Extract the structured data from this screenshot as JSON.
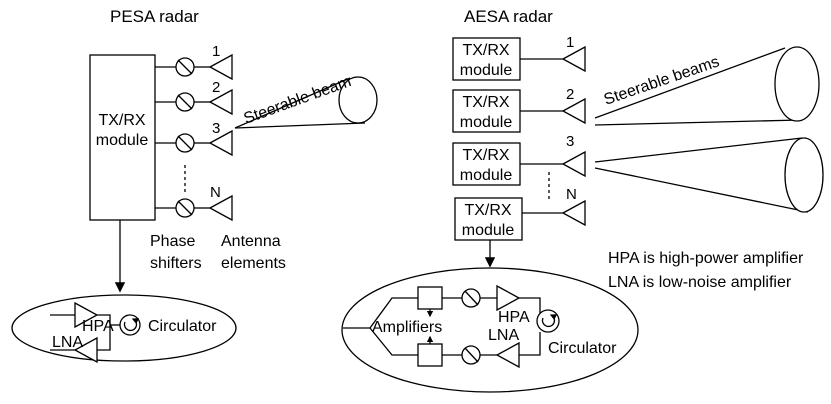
{
  "pesa": {
    "title": "PESA radar",
    "module_label": [
      "TX/RX",
      "module"
    ],
    "element_numbers": [
      "1",
      "2",
      "3",
      "N"
    ],
    "beam_label": "Steerable beam",
    "phase_label": [
      "Phase",
      "shifters"
    ],
    "antenna_label": [
      "Antenna",
      "elements"
    ],
    "hpa_label": "HPA",
    "lna_label": "LNA",
    "circulator_label": "Circulator"
  },
  "aesa": {
    "title": "AESA radar",
    "modules": [
      {
        "label": [
          "TX/RX",
          "module"
        ],
        "number": "1"
      },
      {
        "label": [
          "TX/RX",
          "module"
        ],
        "number": "2"
      },
      {
        "label": [
          "TX/RX",
          "module"
        ],
        "number": "3"
      },
      {
        "label": [
          "TX/RX",
          "module"
        ],
        "number": "N"
      }
    ],
    "beam_label": "Steerable beams",
    "amplifiers_label": "Amplifiers",
    "hpa_label": "HPA",
    "lna_label": "LNA",
    "circulator_label": "Circulator"
  },
  "legend": [
    "HPA is high-power amplifier",
    "LNA is low-noise amplifier"
  ]
}
